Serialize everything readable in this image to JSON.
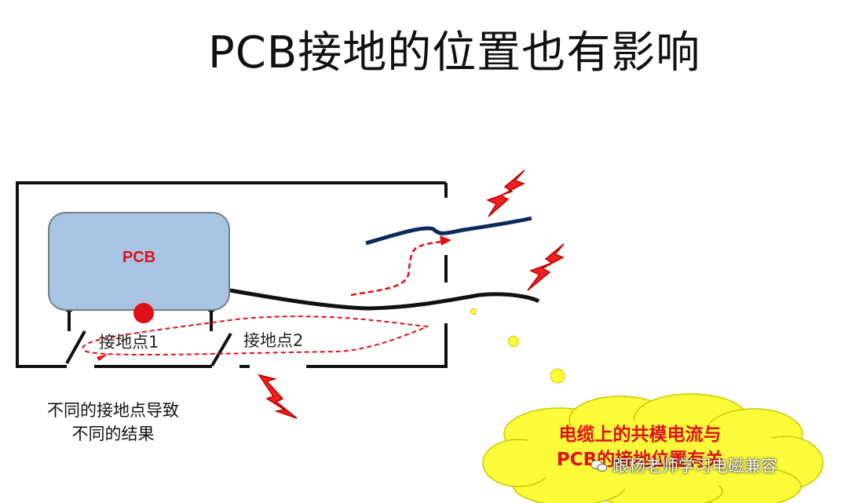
{
  "title": "PCB接地的位置也有影响",
  "pcb_label": "PCB",
  "ground_point_1": "接地点1",
  "ground_point_2": "接地点2",
  "caption_line1": "不同的接地点导致",
  "caption_line2": "不同的结果",
  "cloud_line1": "电缆上的共模电流与",
  "cloud_line2": "PCB的接地位置有关",
  "watermark": "跟杨老师学习电磁兼容",
  "colors": {
    "pcb_fill": "#a9c4e3",
    "accent_red": "#e0101a",
    "cable_navy": "#0d2a5c",
    "bubble_yellow": "#fbfb3a"
  }
}
